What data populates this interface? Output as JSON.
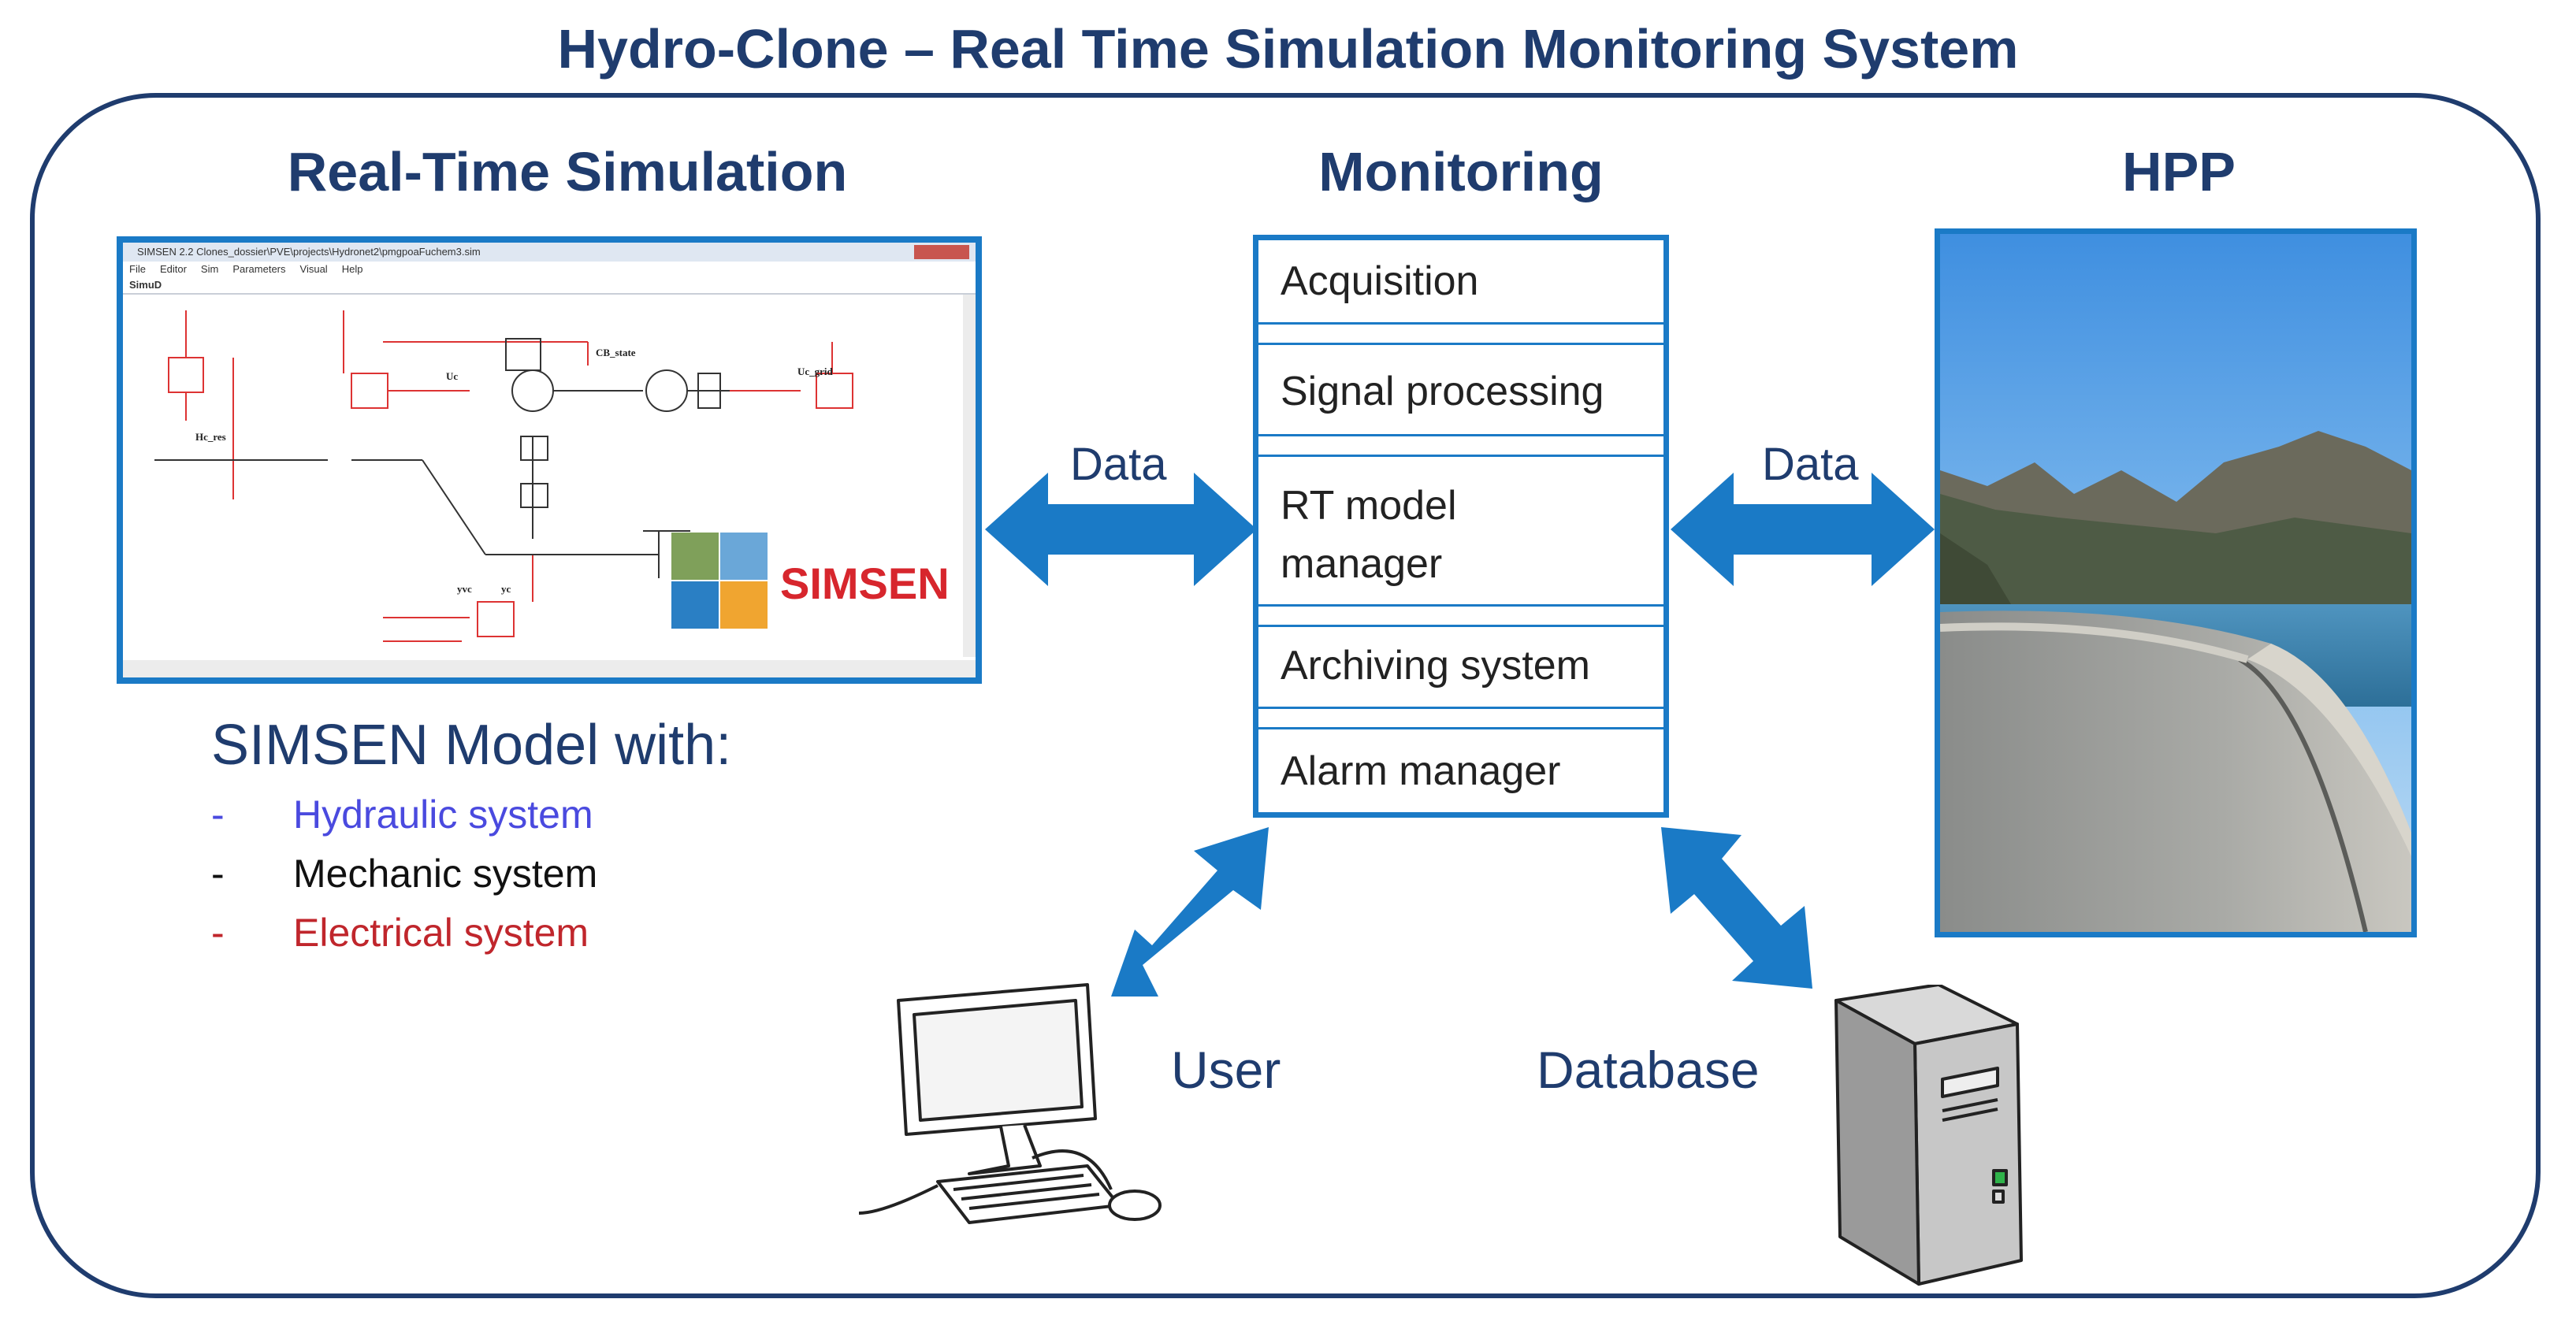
{
  "title": "Hydro-Clone – Real Time Simulation Monitoring System",
  "sections": {
    "rts": "Real-Time Simulation",
    "monitoring": "Monitoring",
    "hpp": "HPP"
  },
  "simsen_window": {
    "titlebar": "SIMSEN 2.2    Clones_dossier\\PVE\\projects\\Hydronet2\\pmgpoaFuchem3.sim",
    "menu": [
      "File",
      "Editor",
      "Sim",
      "Parameters",
      "Visual",
      "Help"
    ],
    "panel": "SimuD",
    "diagram_labels": [
      "Hc_res",
      "Uc",
      "CB_state",
      "Uc_grid",
      "yvc",
      "yc"
    ],
    "logo_text": "SIMSEN"
  },
  "model": {
    "title": "SIMSEN Model with:",
    "items": [
      {
        "dash": "-",
        "text": "Hydraulic system",
        "color": "#4a4adf"
      },
      {
        "dash": "-",
        "text": "Mechanic system",
        "color": "#111111"
      },
      {
        "dash": "-",
        "text": "Electrical system",
        "color": "#c0262c"
      }
    ]
  },
  "monitoring_modules": [
    "Acquisition",
    "Signal processing",
    "RT model manager",
    "Archiving system",
    "Alarm manager"
  ],
  "flows": {
    "left": "Data",
    "right": "Data",
    "user": "User",
    "database": "Database"
  },
  "colors": {
    "navy": "#1f3c6e",
    "arrow": "#1a7ac6",
    "simsen_red": "#d7262d"
  }
}
